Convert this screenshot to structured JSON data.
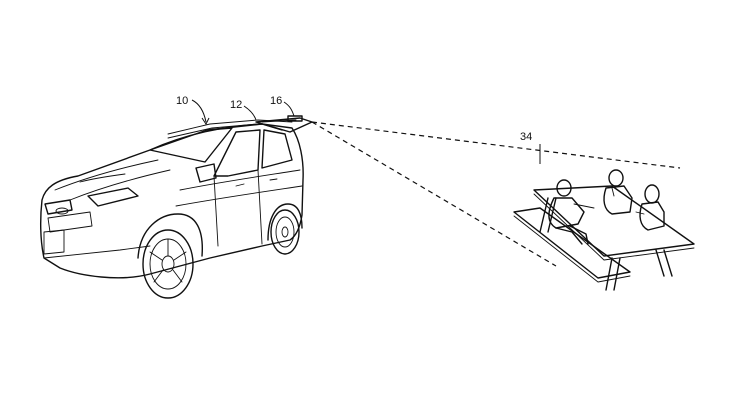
{
  "labels": {
    "vehicle": "10",
    "roof": "12",
    "projector": "16",
    "projection_area": "34"
  }
}
